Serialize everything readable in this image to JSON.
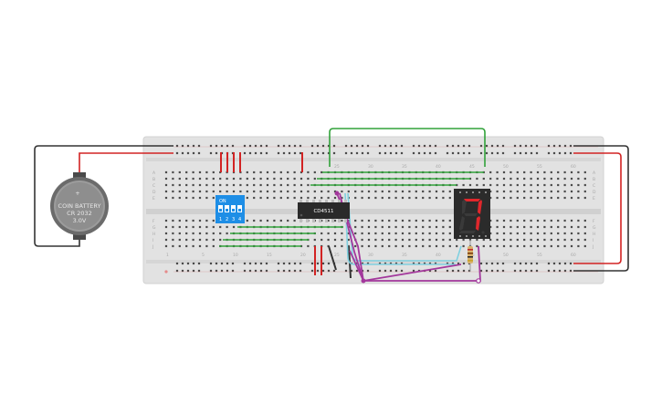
{
  "breadboard": {
    "row_letters_top": [
      "A",
      "B",
      "C",
      "D",
      "E"
    ],
    "row_letters_bottom": [
      "F",
      "G",
      "H",
      "I",
      "J"
    ],
    "column_numbers_top": [
      "25",
      "30",
      "35",
      "40",
      "45",
      "50",
      "55",
      "60"
    ],
    "column_numbers_bottom": [
      "1",
      "5",
      "10",
      "15",
      "20",
      "25",
      "30",
      "35",
      "40",
      "45",
      "50",
      "55",
      "60"
    ]
  },
  "battery": {
    "plus_sign": "+",
    "line1": "COIN BATTERY",
    "line2": "CR 2032",
    "line3": "3.0V"
  },
  "ic": {
    "label": "CD4511"
  },
  "dip_switch": {
    "on_label": "ON",
    "switch_numbers": [
      "1",
      "2",
      "3",
      "4"
    ]
  },
  "seven_segment": {
    "digit_shown": "7"
  },
  "colors": {
    "board": "#e2e2e2",
    "wire_red": "#d22323",
    "wire_black": "#333333",
    "wire_green": "#31a23a",
    "wire_purple": "#a3389c",
    "wire_cyan": "#7fd0e0",
    "dip_blue": "#1e8ee6",
    "segment_on": "#e0272c",
    "segment_off": "#3a3a3a"
  }
}
